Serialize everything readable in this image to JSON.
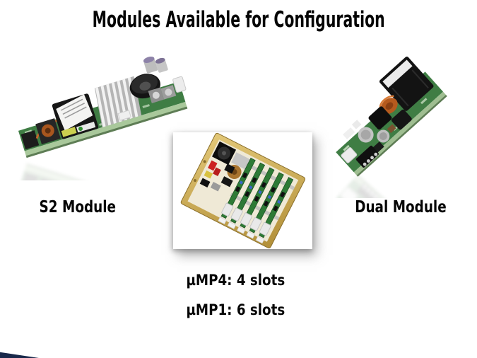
{
  "slide": {
    "title": "Modules Available for Configuration",
    "background_color": "#ffffff",
    "text_color": "#050505"
  },
  "modules": [
    {
      "id": "s2",
      "label": "S2 Module"
    },
    {
      "id": "dual",
      "label": "Dual Module"
    }
  ],
  "chassis": {
    "caption_line1": "µMP4: 4 slots",
    "caption_line2": "µMP1: 6 slots"
  },
  "images": {
    "s2": "s2-module-photo",
    "dual": "dual-module-photo",
    "chassis": "ump-chassis-photo"
  },
  "colors": {
    "pcb_green": "#3f7d44",
    "pcb_edge_green": "#a9c89b",
    "chassis_gold": "#c9a84c",
    "heatsink_silver": "#dcdcdc",
    "corner_accent_navy": "#18284a"
  }
}
